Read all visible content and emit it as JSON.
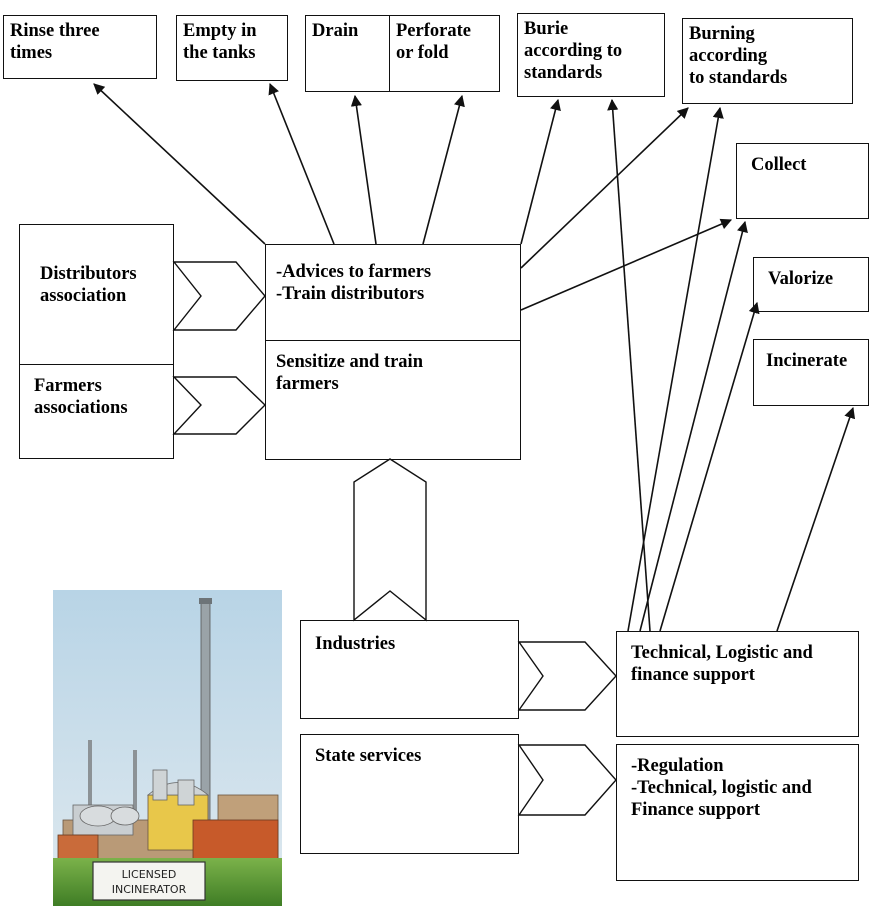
{
  "top_actions": {
    "rinse": "Rinse three\ntimes",
    "empty": "Empty in\nthe tanks",
    "drain": "Drain",
    "perforate": "Perforate\nor fold",
    "burie": "Burie\naccording  to\nstandards",
    "burning": "Burning\naccording\nto standards"
  },
  "right_actions": {
    "collect": "Collect",
    "valorize": "Valorize",
    "incinerate": "Incinerate"
  },
  "actors": {
    "distributors": "Distributors\nassociation",
    "farmers": "Farmers\nassociations",
    "industries": "Industries",
    "state_services": "State services"
  },
  "roles": {
    "advice": "-Advices to farmers\n-Train distributors",
    "sensitize": "Sensitize and train\nfarmers",
    "technical_support": "Technical, Logistic and\nfinance support",
    "regulation": "-Regulation\n-Technical, logistic and\nFinance support"
  },
  "photo": {
    "sign_text": "LICENSED\nINCINERATOR"
  }
}
